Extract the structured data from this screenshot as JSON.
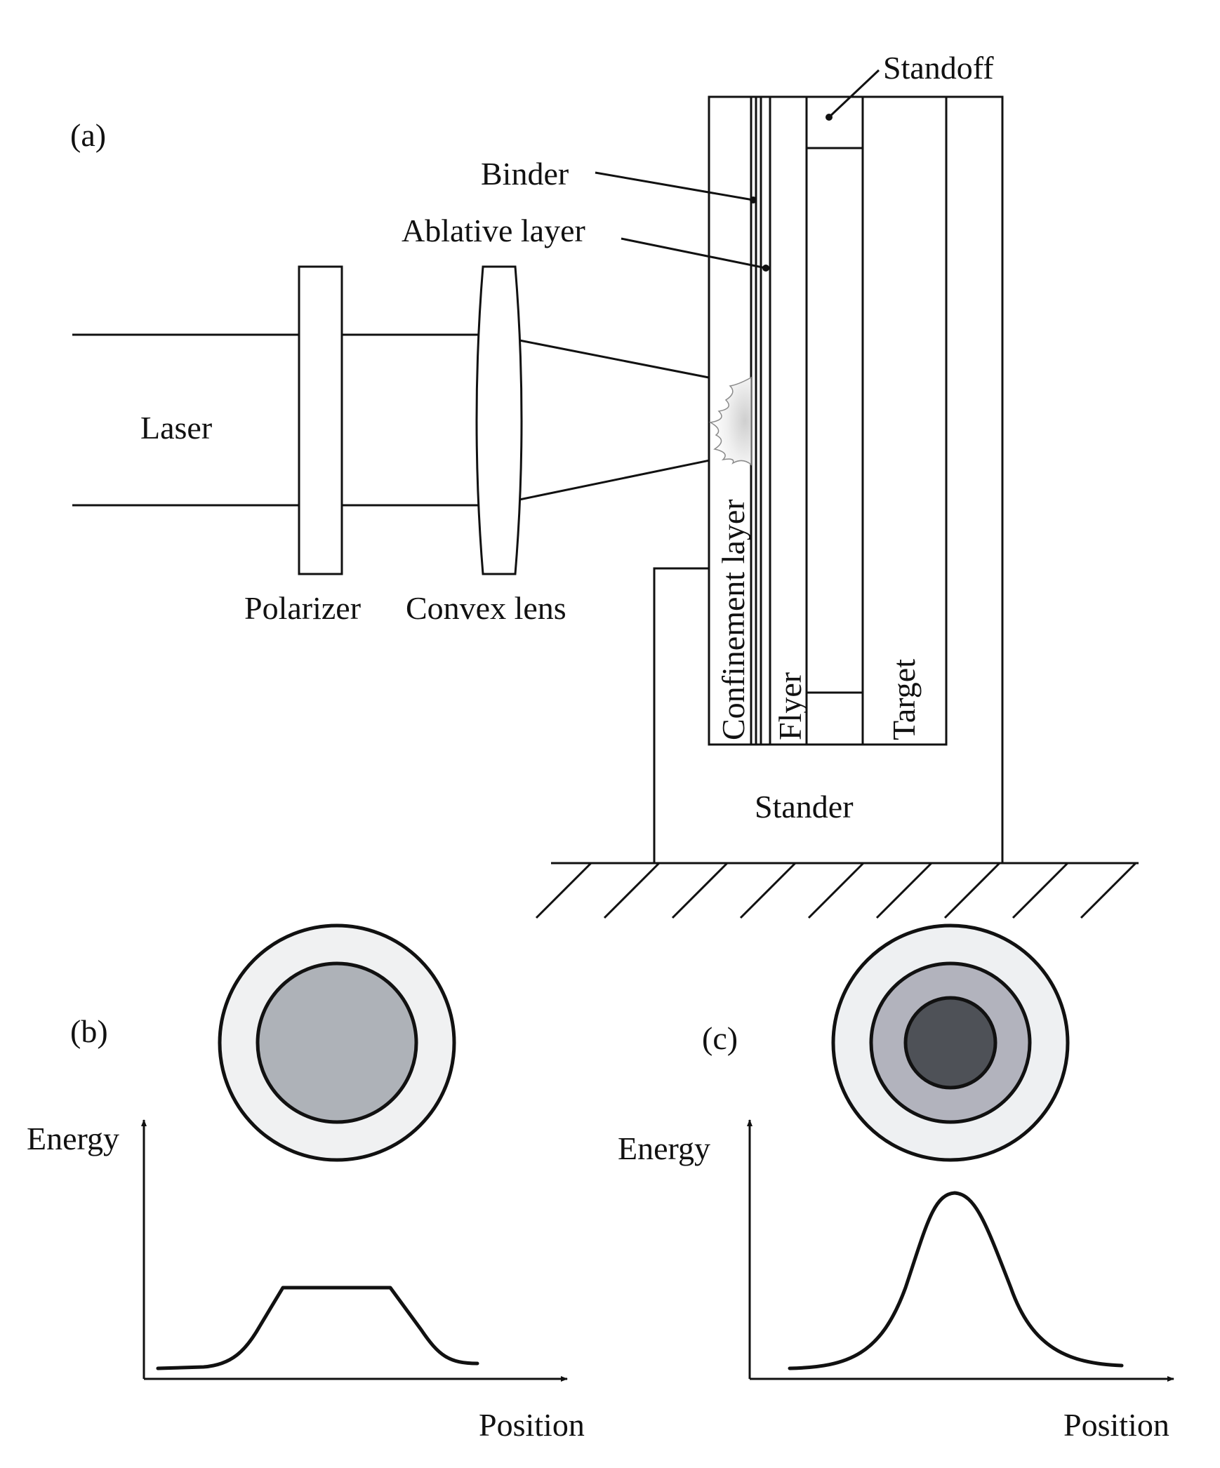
{
  "panels": {
    "a": {
      "tag": "(a)",
      "labels": {
        "laser": "Laser",
        "polarizer": "Polarizer",
        "convex_lens": "Convex lens",
        "binder": "Binder",
        "ablative_layer": "Ablative layer",
        "standoff": "Standoff",
        "confinement_layer": "Confinement layer",
        "flyer": "Flyer",
        "target": "Target",
        "stander": "Stander"
      }
    },
    "b": {
      "tag": "(b)",
      "y_label": "Energy",
      "x_label": "Position",
      "profile": "flat-top",
      "colors": {
        "outer_ring": "#f0f1f2",
        "inner_disk": "#aeb2b8"
      }
    },
    "c": {
      "tag": "(c)",
      "y_label": "Energy",
      "x_label": "Position",
      "profile": "gaussian",
      "colors": {
        "outer_ring": "#eef0f2",
        "middle_ring": "#b2b3bd",
        "inner_disk": "#4e5157"
      }
    }
  }
}
